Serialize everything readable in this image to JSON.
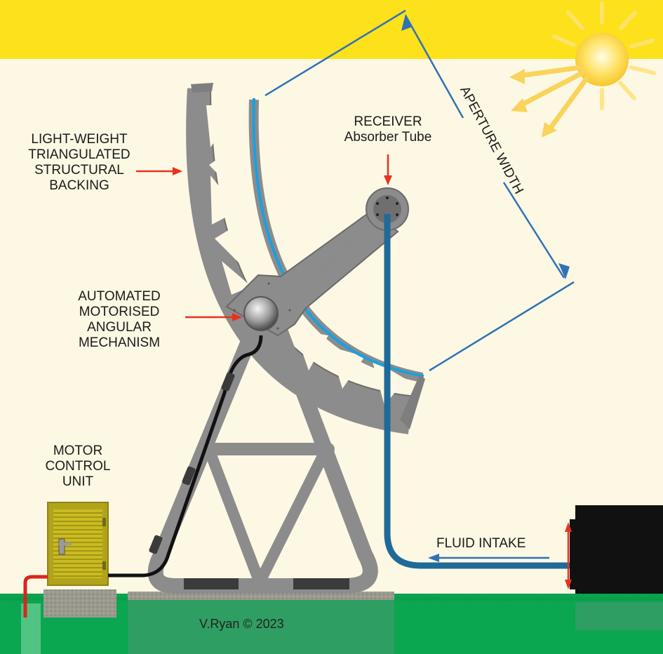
{
  "labels": {
    "structural_backing": [
      "LIGHT-WEIGHT",
      "TRIANGULATED",
      "STRUCTURAL",
      "BACKING"
    ],
    "receiver_title": "RECEIVER",
    "receiver_sub": "Absorber Tube",
    "aperture": "APERTURE WIDTH",
    "mechanism": [
      "AUTOMATED",
      "MOTORISED",
      "ANGULAR",
      "MECHANISM"
    ],
    "motor_control": [
      "MOTOR",
      "CONTROL",
      "UNIT"
    ],
    "fluid_intake": "FLUID INTAKE"
  },
  "watermarks": {
    "bottom": "V.Ryan © 2023",
    "arm": "V.Ryan © 2023"
  },
  "colors": {
    "sky_band": "#fde11b",
    "background": "#fdf8e4",
    "steel": "#8c8c8c",
    "mirror": "#1aa0e0",
    "pipe": "#1f6a99",
    "arrow_red": "#e8321e",
    "arrow_blue": "#2f73b5",
    "grass": "#0aa650",
    "concrete": "#9a9a8e",
    "control_unit": "#c9bb22",
    "tank": "#111111"
  },
  "icons": [
    "sun-icon"
  ]
}
